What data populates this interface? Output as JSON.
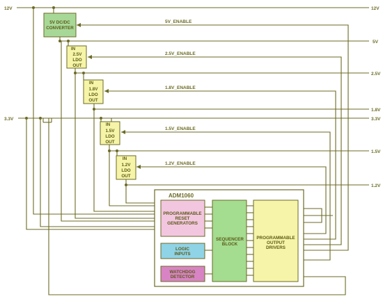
{
  "rails": {
    "v12_left": "12V",
    "v12_right": "12V",
    "v5": "5V",
    "v25": "2.5V",
    "v18": "1.8V",
    "v33_left": "3.3V",
    "v33_right": "3.3V",
    "v15": "1.5V",
    "v12": "1.2V"
  },
  "enables": {
    "en5": "5V_ENABLE",
    "en25": "2.5V_ENABLE",
    "en18": "1.8V_ENABLE",
    "en15": "1.5V_ENABLE",
    "en12": "1.2V_ENABLE"
  },
  "converter": {
    "line1": "5V DC/DC",
    "line2": "CONVERTER"
  },
  "ldo25": {
    "in": "IN",
    "v": "2.5V",
    "ldo": "LDO",
    "out": "OUT"
  },
  "ldo18": {
    "in": "IN",
    "v": "1.8V",
    "ldo": "LDO",
    "out": "OUT"
  },
  "ldo15": {
    "in": "IN",
    "v": "1.5V",
    "ldo": "LDO",
    "out": "OUT"
  },
  "ldo12": {
    "in": "IN",
    "v": "1.2V",
    "ldo": "LDO",
    "out": "OUT"
  },
  "chip": {
    "name": "ADM1060",
    "reset": [
      "PROGRAMMABLE",
      "RESET",
      "GENERATORS"
    ],
    "logic": [
      "LOGIC",
      "INPUTS"
    ],
    "watchdog": [
      "WATCHDOG",
      "DETECTOR"
    ],
    "sequencer": [
      "SEQUENCER",
      "BLOCK"
    ],
    "drivers": [
      "PROGRAMMABLE",
      "OUTPUT",
      "DRIVERS"
    ]
  },
  "colors": {
    "wire": "#6b6a24",
    "converter_fill": "#a8d898",
    "ldo_fill": "#f6f4a8",
    "reset_fill": "#f3c6e0",
    "logic_fill": "#8fd3e6",
    "watchdog_fill": "#d884c4",
    "sequencer_fill": "#a4dc90",
    "drivers_fill": "#f6f4a8"
  }
}
